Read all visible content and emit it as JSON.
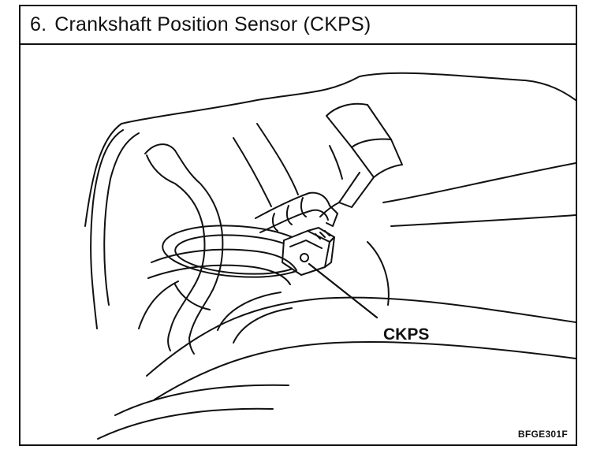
{
  "header": {
    "number": "6.",
    "title": "Crankshaft Position Sensor (CKPS)"
  },
  "illustration": {
    "callout": "CKPS",
    "figure_code": "BFGE301F"
  },
  "colors": {
    "ink": "#111111",
    "paper": "#ffffff"
  }
}
